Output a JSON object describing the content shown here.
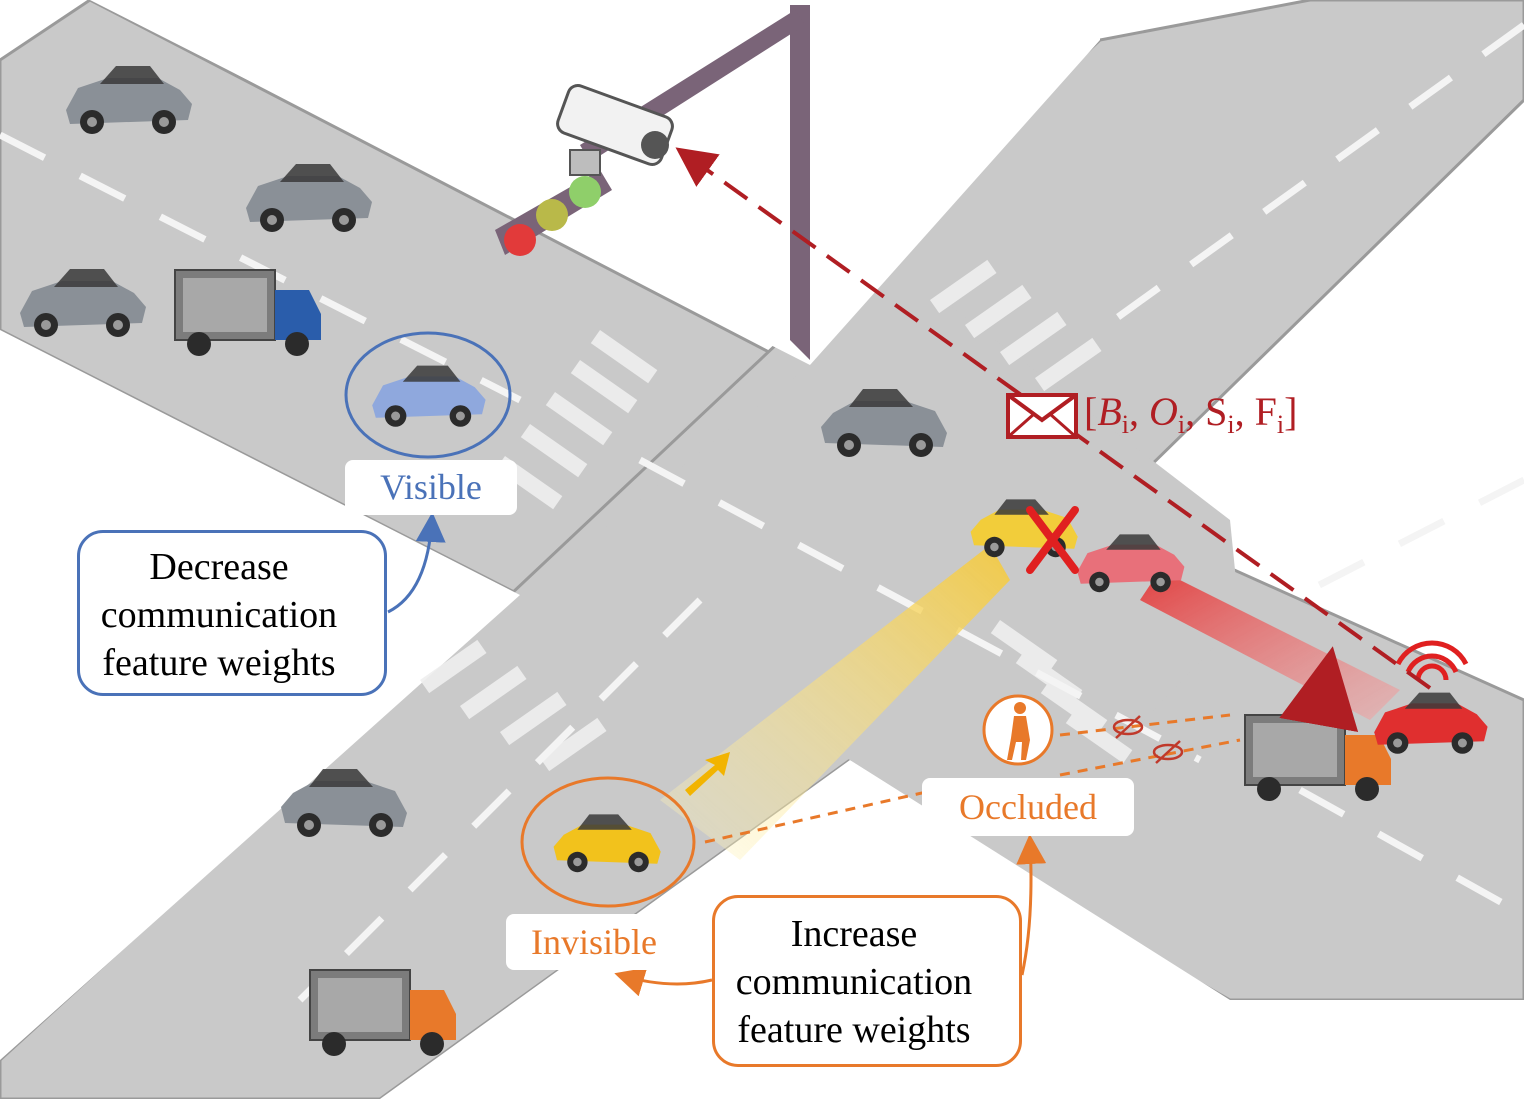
{
  "colors": {
    "visible": "#4a72b8",
    "occluded": "#e8792a",
    "message": "#b01e23",
    "road": "#c9c9c9",
    "pole": "#7a6478"
  },
  "labels": {
    "visible": "Visible",
    "occluded": "Occluded",
    "invisible": "Invisible"
  },
  "callouts": {
    "decrease": {
      "lines": [
        "Decrease",
        "communication",
        "feature weights"
      ],
      "arrow": "down"
    },
    "increase": {
      "lines": [
        "Increase",
        "communication",
        "feature weights"
      ],
      "arrow": "up"
    }
  },
  "message": {
    "icon": "envelope-icon",
    "open": "[",
    "b": "B",
    "o": "O",
    "s": "S",
    "f": "F",
    "sub": "i",
    "sep": ", ",
    "close": "]"
  },
  "icons": [
    "camera-icon",
    "traffic-light-icon",
    "pedestrian-icon",
    "signal-icon",
    "blocked-view-icon",
    "cross-icon"
  ]
}
